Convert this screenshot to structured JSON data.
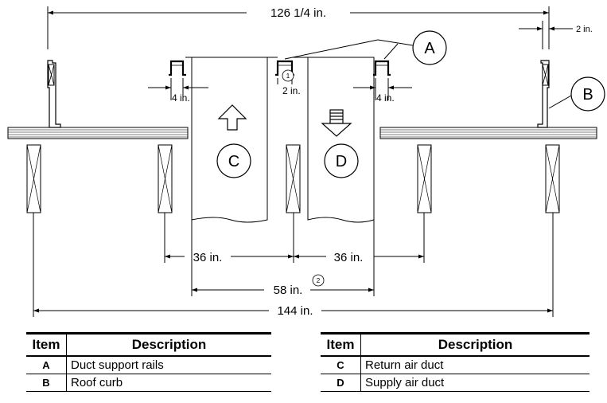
{
  "dimensions": {
    "overall_top": "126 1/4 in.",
    "curb_wall": "2 in.",
    "rail_left": "4 in.",
    "rail_center": "2 in.",
    "rail_right": "4 in.",
    "support_left": "36 in.",
    "support_right": "36 in.",
    "duct_span": "58 in.",
    "overall_bottom": "144 in."
  },
  "note_markers": {
    "one": "1",
    "two": "2"
  },
  "callouts": {
    "a": "A",
    "b": "B",
    "c": "C",
    "d": "D"
  },
  "legend_headers": {
    "item": "Item",
    "description": "Description"
  },
  "legend_left": [
    {
      "item": "A",
      "description": "Duct support rails"
    },
    {
      "item": "B",
      "description": "Roof curb"
    }
  ],
  "legend_right": [
    {
      "item": "C",
      "description": "Return air duct"
    },
    {
      "item": "D",
      "description": "Supply air duct"
    }
  ]
}
